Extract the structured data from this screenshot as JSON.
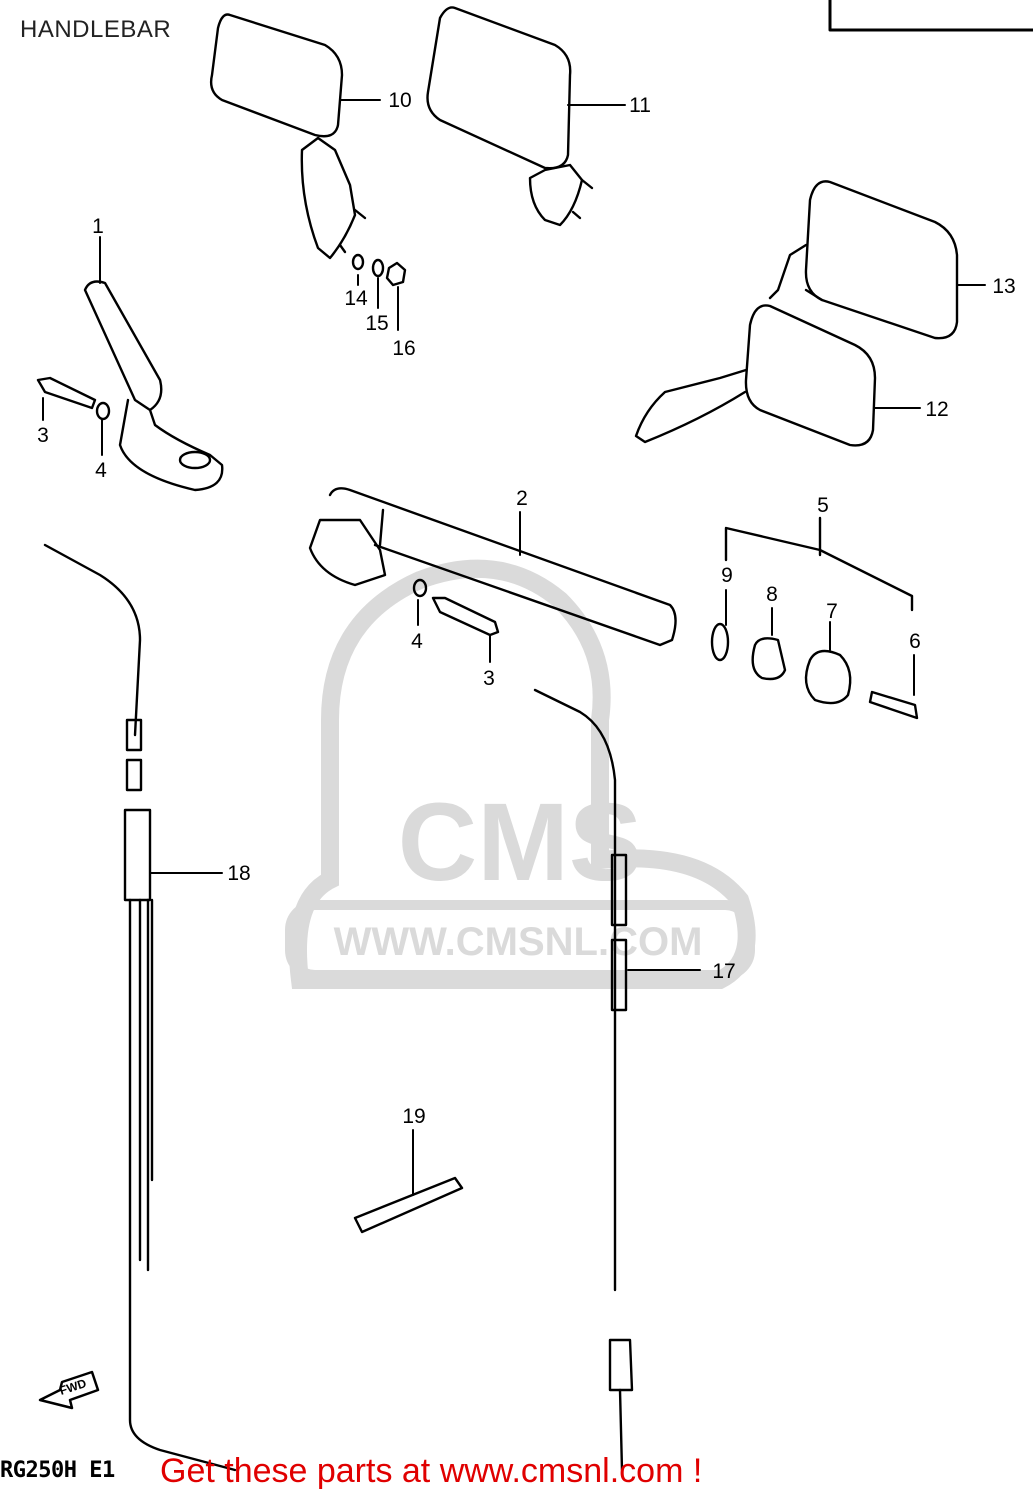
{
  "diagram": {
    "title": "HANDLEBAR",
    "model_code": "RG250H E1",
    "direction_label": "FWD",
    "watermark": {
      "brand": "CMS",
      "url": "WWW.CMSNL.COM"
    },
    "promo_text": "Get these parts at www.cmsnl.com !",
    "callouts": [
      "1",
      "2",
      "3",
      "4",
      "3",
      "4",
      "5",
      "6",
      "7",
      "8",
      "9",
      "10",
      "11",
      "12",
      "13",
      "14",
      "15",
      "16",
      "17",
      "18",
      "19"
    ]
  },
  "colors": {
    "line": "#000000",
    "watermark": "#d9d9d9",
    "promo": "#e00000"
  }
}
